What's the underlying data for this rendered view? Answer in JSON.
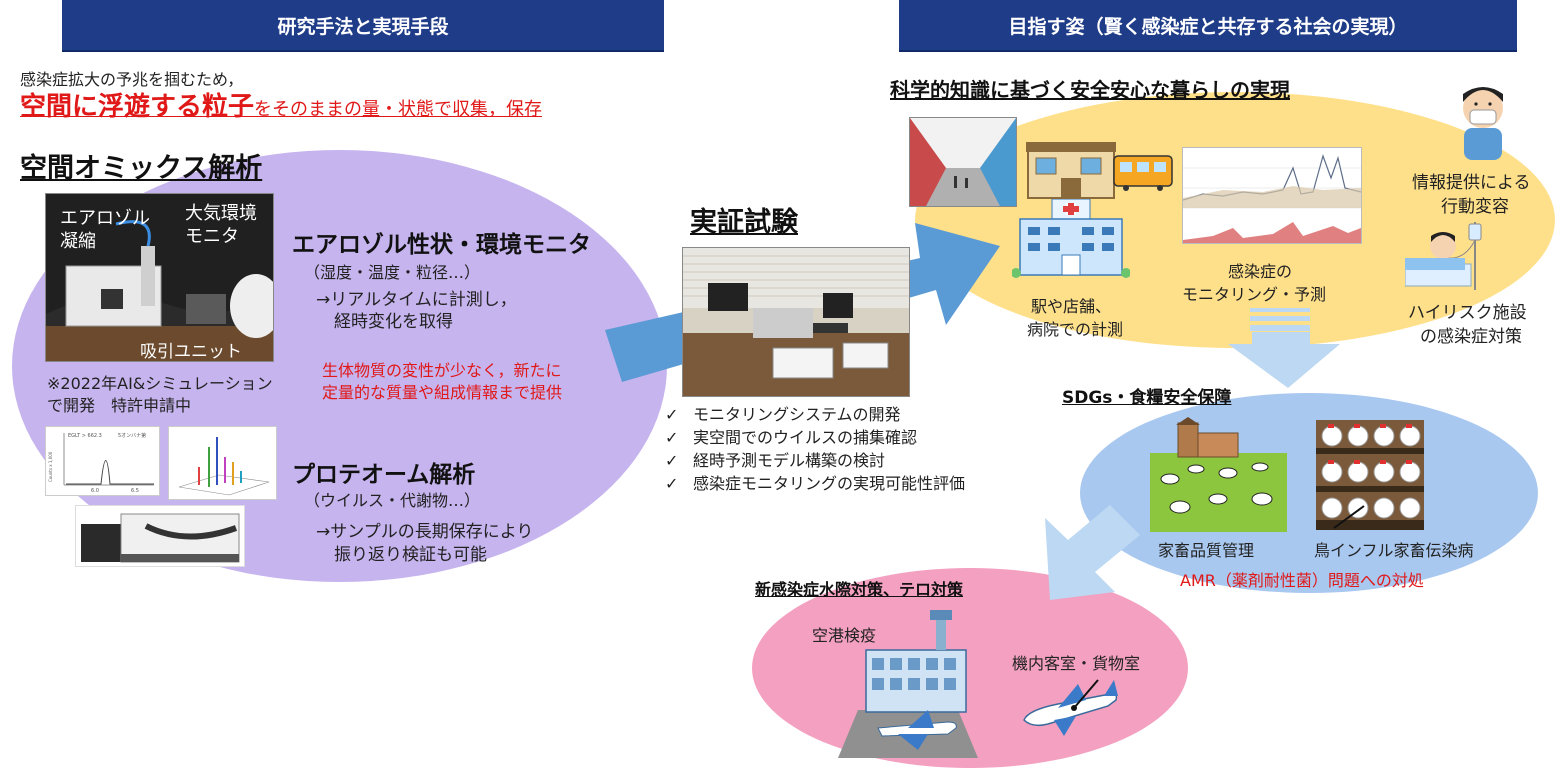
{
  "headers": {
    "left": "研究手法と実現手段",
    "right": "目指す姿（賢く感染症と共存する社会の実現）"
  },
  "left": {
    "intro_line1": "感染症拡大の予兆を掴むため，",
    "intro_highlight": "空間に浮遊する粒子",
    "intro_rest": "をそのままの量・状態で収集，保存",
    "omics_title": "空間オミックス解析",
    "photo_labels": {
      "aerosol": "エアロゾル",
      "condense": "凝縮",
      "atmos": "大気環境",
      "monitor": "モニタ",
      "suction": "吸引ユニット"
    },
    "aerosol_title": "エアロゾル性状・環境モニタ",
    "aerosol_sub": "（湿度・温度・粒径…）",
    "aerosol_note1": "→リアルタイムに計測し，",
    "aerosol_note2": "経時変化を取得",
    "red_note1": "生体物質の変性が少なく，新たに",
    "red_note2": "定量的な質量や組成情報まで提供",
    "patent1": "※2022年AI&シミュレーション",
    "patent2": "で開発　特許申請中",
    "proteome_title": "プロテオーム解析",
    "proteome_sub": "（ウイルス・代謝物…）",
    "proteome_note1": "→サンプルの長期保存により",
    "proteome_note2": "振り返り検証も可能",
    "mini_chart": {
      "label1": "EGLT > 662.3",
      "label2": "5オンバナ第",
      "ylab": "Counts x 1,000",
      "xticks": [
        "6.0",
        "6.5"
      ]
    }
  },
  "middle": {
    "title": "実証試験",
    "checks": [
      "モニタリングシステムの開発",
      "実空間でのウイルスの捕集確認",
      "経時予測モデル構築の検討",
      "感染症モニタリングの実現可能性評価"
    ],
    "check_mark": "✓"
  },
  "right": {
    "safety_title": "科学的知識に基づく安全安心な暮らしの実現",
    "info_label1": "情報提供による",
    "info_label2": "行動変容",
    "station_label1": "駅や店舗、",
    "station_label2": "病院での計測",
    "monitor_label1": "感染症の",
    "monitor_label2": "モニタリング・予測",
    "highrisk_label1": "ハイリスク施設",
    "highrisk_label2": "の感染症対策",
    "sdgs_title": "SDGs・食糧安全保障",
    "livestock_label": "家畜品質管理",
    "bird_label": "鳥インフル家畜伝染病",
    "amr_label": "AMR（薬剤耐性菌）問題への対処",
    "quarantine_title": "新感染症水際対策、テロ対策",
    "airport_label": "空港検疫",
    "cabin_label": "機内客室・貨物室"
  },
  "colors": {
    "header": "#1f3c88",
    "purple": "#c6b4ee",
    "yellow": "#ffe08a",
    "blue": "#a9c8f0",
    "pink": "#f4a0c0",
    "arrow": "#5b9bd5",
    "red": "#e01818"
  }
}
